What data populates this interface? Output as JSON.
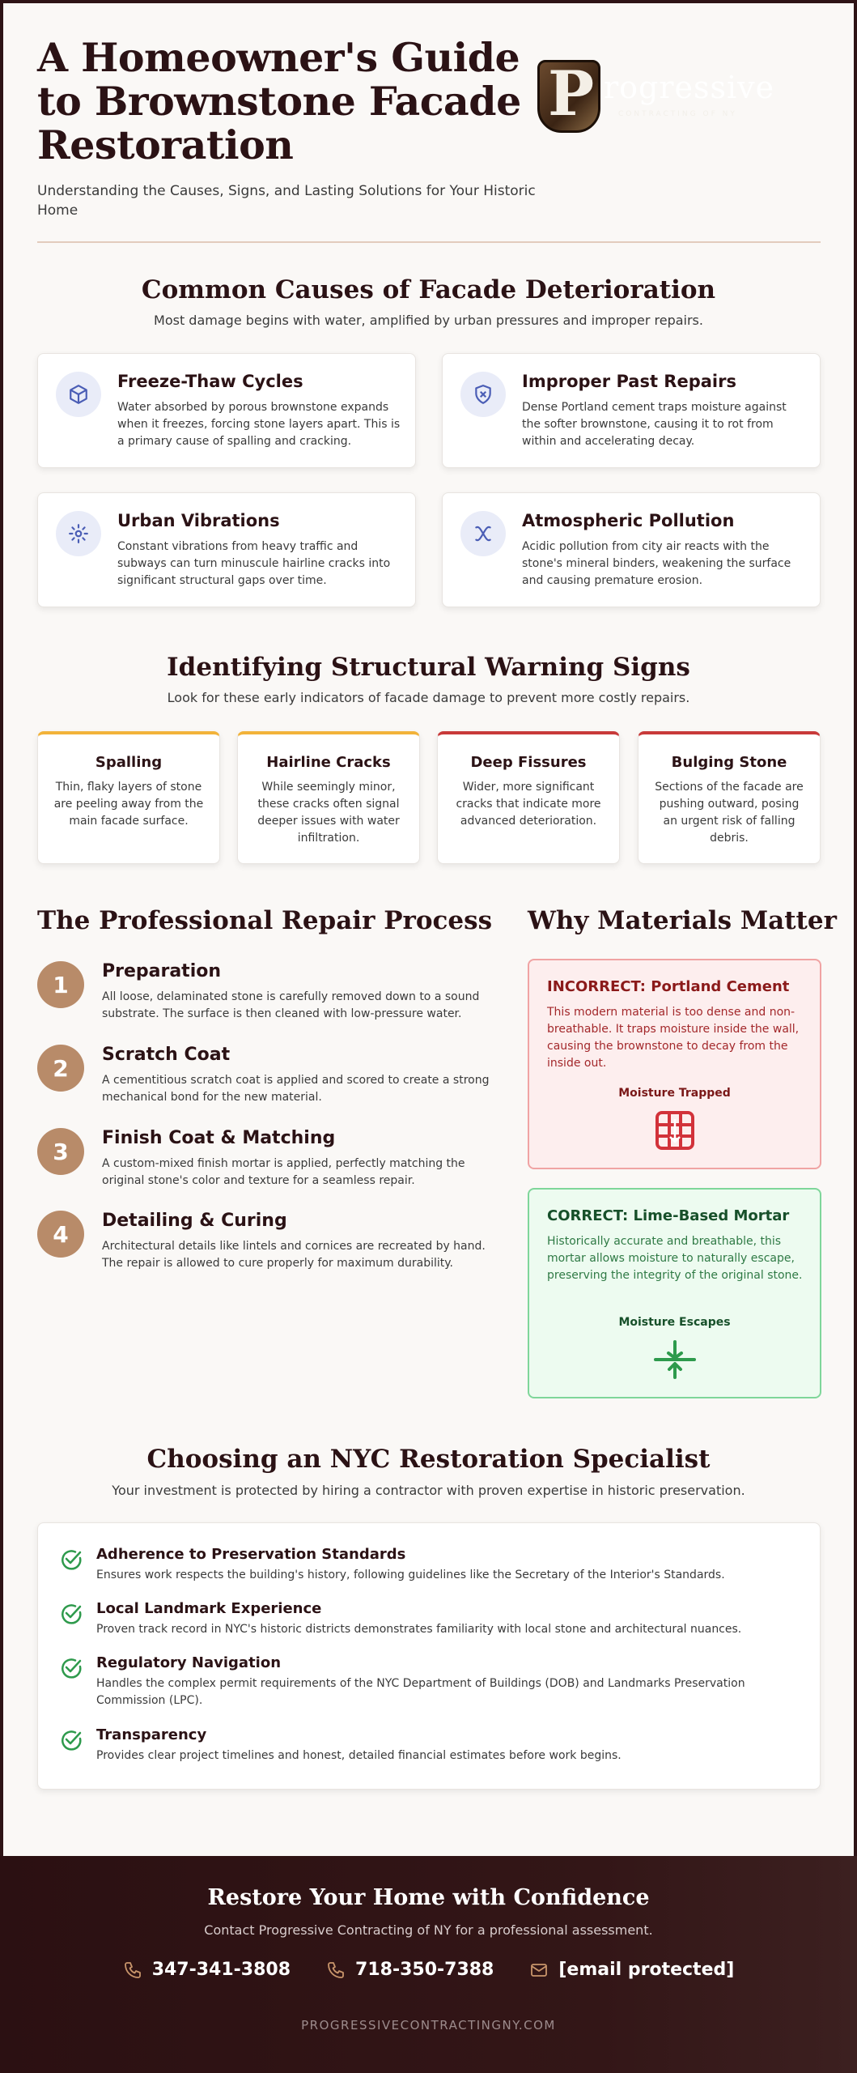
{
  "header": {
    "title": "A Homeowner's Guide to Brownstone Facade Restoration",
    "subtitle": "Understanding the Causes, Signs, and Lasting Solutions for Your Historic Home",
    "logo": {
      "letter": "P",
      "word": "rogressive",
      "tagline": "CONTRACTING OF NY"
    }
  },
  "causes": {
    "title": "Common Causes of Facade Deterioration",
    "subtitle": "Most damage begins with water, amplified by urban pressures and improper repairs.",
    "items": [
      {
        "title": "Freeze-Thaw Cycles",
        "text": "Water absorbed by porous brownstone expands when it freezes, forcing stone layers apart. This is a primary cause of spalling and cracking.",
        "icon": "cube-icon"
      },
      {
        "title": "Improper Past Repairs",
        "text": "Dense Portland cement traps moisture against the softer brownstone, causing it to rot from within and accelerating decay.",
        "icon": "shield-x-icon"
      },
      {
        "title": "Urban Vibrations",
        "text": "Constant vibrations from heavy traffic and subways can turn minuscule hairline cracks into significant structural gaps over time.",
        "icon": "vibration-icon"
      },
      {
        "title": "Atmospheric Pollution",
        "text": "Acidic pollution from city air reacts with the stone's mineral binders, weakening the surface and causing premature erosion.",
        "icon": "pollution-icon"
      }
    ],
    "icon_color": "#4a5db5"
  },
  "signs": {
    "title": "Identifying Structural Warning Signs",
    "subtitle": "Look for these early indicators of facade damage to prevent more costly repairs.",
    "items": [
      {
        "title": "Spalling",
        "text": "Thin, flaky layers of stone are peeling away from the main facade surface.",
        "severity": "warning"
      },
      {
        "title": "Hairline Cracks",
        "text": "While seemingly minor, these cracks often signal deeper issues with water infiltration.",
        "severity": "warning"
      },
      {
        "title": "Deep Fissures",
        "text": "Wider, more significant cracks that indicate more advanced deterioration.",
        "severity": "danger"
      },
      {
        "title": "Bulging Stone",
        "text": "Sections of the facade are pushing outward, posing an urgent risk of falling debris.",
        "severity": "danger"
      }
    ]
  },
  "process": {
    "title": "The Professional Repair Process",
    "steps": [
      {
        "num": "1",
        "title": "Preparation",
        "text": "All loose, delaminated stone is carefully removed down to a sound substrate. The surface is then cleaned with low-pressure water."
      },
      {
        "num": "2",
        "title": "Scratch Coat",
        "text": "A cementitious scratch coat is applied and scored to create a strong mechanical bond for the new material."
      },
      {
        "num": "3",
        "title": "Finish Coat & Matching",
        "text": "A custom-mixed finish mortar is applied, perfectly matching the original stone's color and texture for a seamless repair."
      },
      {
        "num": "4",
        "title": "Detailing & Curing",
        "text": "Architectural details like lintels and cornices are recreated by hand. The repair is allowed to cure properly for maximum durability."
      }
    ]
  },
  "materials": {
    "title": "Why Materials Matter",
    "incorrect": {
      "heading": "INCORRECT: Portland Cement",
      "text": "This modern material is too dense and non-breathable. It traps moisture inside the wall, causing the brownstone to decay from the inside out.",
      "label": "Moisture Trapped",
      "icon": "moisture-trapped-icon"
    },
    "correct": {
      "heading": "CORRECT: Lime-Based Mortar",
      "text": "Historically accurate and breathable, this mortar allows moisture to naturally escape, preserving the integrity of the original stone.",
      "label": "Moisture Escapes",
      "icon": "moisture-escapes-icon"
    }
  },
  "specialist": {
    "title": "Choosing an NYC Restoration Specialist",
    "subtitle": "Your investment is protected by hiring a contractor with proven expertise in historic preservation.",
    "items": [
      {
        "title": "Adherence to Preservation Standards",
        "text": "Ensures work respects the building's history, following guidelines like the Secretary of the Interior's Standards."
      },
      {
        "title": "Local Landmark Experience",
        "text": "Proven track record in NYC's historic districts demonstrates familiarity with local stone and architectural nuances."
      },
      {
        "title": "Regulatory Navigation",
        "text": "Handles the complex permit requirements of the NYC Department of Buildings (DOB) and Landmarks Preservation Commission (LPC)."
      },
      {
        "title": "Transparency",
        "text": "Provides clear project timelines and honest, detailed financial estimates before work begins."
      }
    ]
  },
  "footer": {
    "title": "Restore Your Home with Confidence",
    "subtitle": "Contact Progressive Contracting of NY for a professional assessment.",
    "phone1": "347-341-3808",
    "phone2": "718-350-7388",
    "email": "[email protected]",
    "url": "PROGRESSIVECONTRACTINGNY.COM"
  },
  "colors": {
    "accent_brown": "#b88b69",
    "warning_yellow": "#f2b33a",
    "danger_red": "#c83a3a",
    "success_green": "#2e9a4c",
    "dark_maroon": "#2b1215"
  }
}
